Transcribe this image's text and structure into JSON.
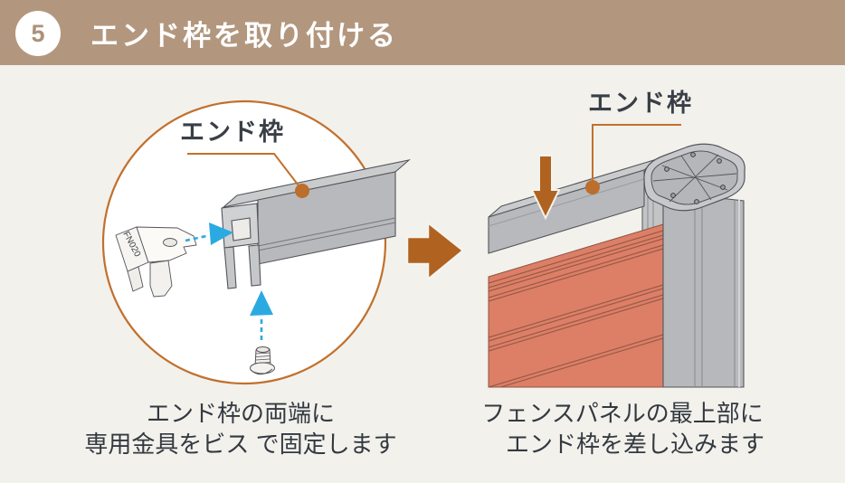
{
  "header": {
    "step_number": "5",
    "title": "エンド枠を取り付ける"
  },
  "left_figure": {
    "label": "エンド枠",
    "bracket_label": "FN020",
    "caption_line1": "エンド枠の両端に",
    "caption_line2": "専用金具をビス で固定します"
  },
  "right_figure": {
    "label": "エンド枠",
    "caption_line1": "フェンスパネルの最上部に",
    "caption_line2": "エンド枠を差し込みます"
  },
  "colors": {
    "header_background": "#B2977E",
    "page_background": "#F2F1EC",
    "accent_orange": "#C1702D",
    "callout_dot": "#BC6E2C",
    "arrow_brown": "#B06220",
    "guide_cyan": "#2BAAE2",
    "panel_salmon": "#DD7F67",
    "metal_gray": "#B7B9BC",
    "caption_text": "#333940"
  }
}
